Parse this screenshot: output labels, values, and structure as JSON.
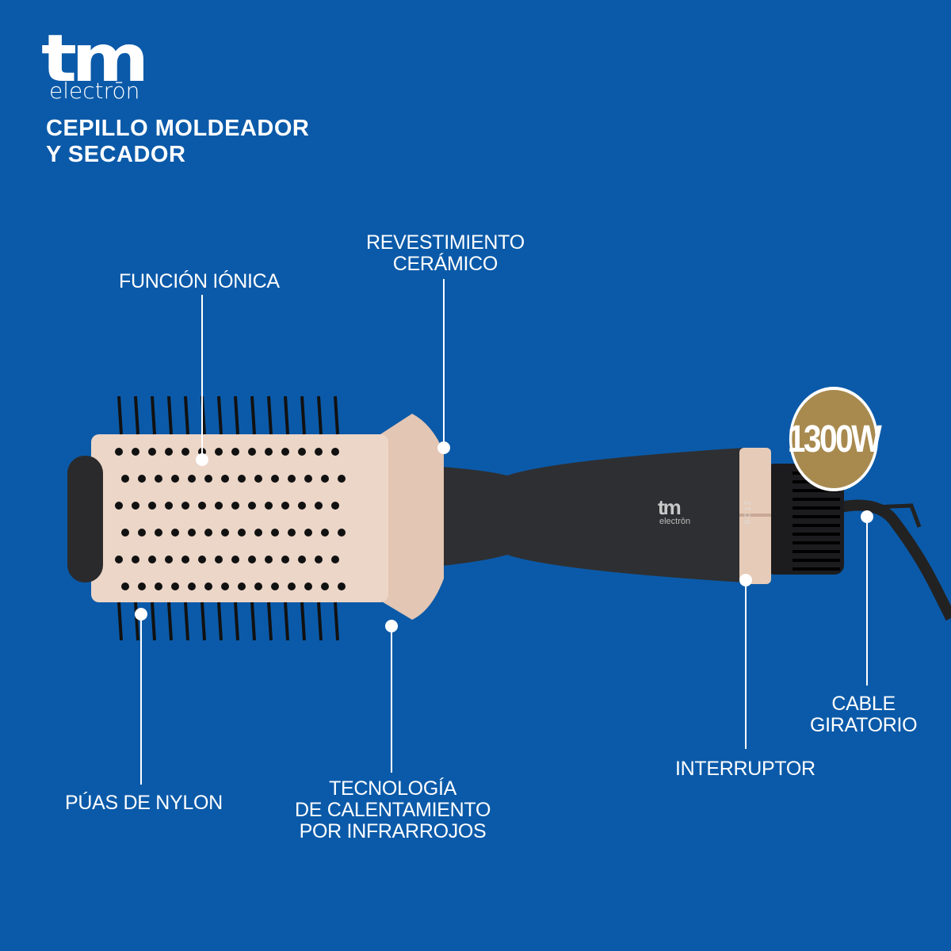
{
  "brand": {
    "logo_main": "tm",
    "logo_sub": "electrōn"
  },
  "title": {
    "line1": "CEPILLO MOLDEADOR",
    "line2": "Y SECADOR"
  },
  "badge": {
    "text": "1300W",
    "color": "#a88a4f"
  },
  "handle_marks": {
    "logo_main": "tm",
    "logo_sub": "electrōn",
    "switch_text": "0C12"
  },
  "callouts": {
    "ionic": {
      "line1": "FUNCIÓN IÓNICA"
    },
    "ceramic": {
      "line1": "REVESTIMIENTO",
      "line2": "CERÁMICO"
    },
    "bristles": {
      "line1": "PÚAS DE NYLON"
    },
    "infrared": {
      "line1": "TECNOLOGÍA",
      "line2": "DE CALENTAMIENTO",
      "line3": "POR INFRARROJOS"
    },
    "switch": {
      "line1": "INTERRUPTOR"
    },
    "cable": {
      "line1": "CABLE",
      "line2": "GIRATORIO"
    }
  },
  "colors": {
    "background": "#0b5aa9",
    "rose_gold": "#e6cbb8",
    "handle": "#2e2f32"
  }
}
